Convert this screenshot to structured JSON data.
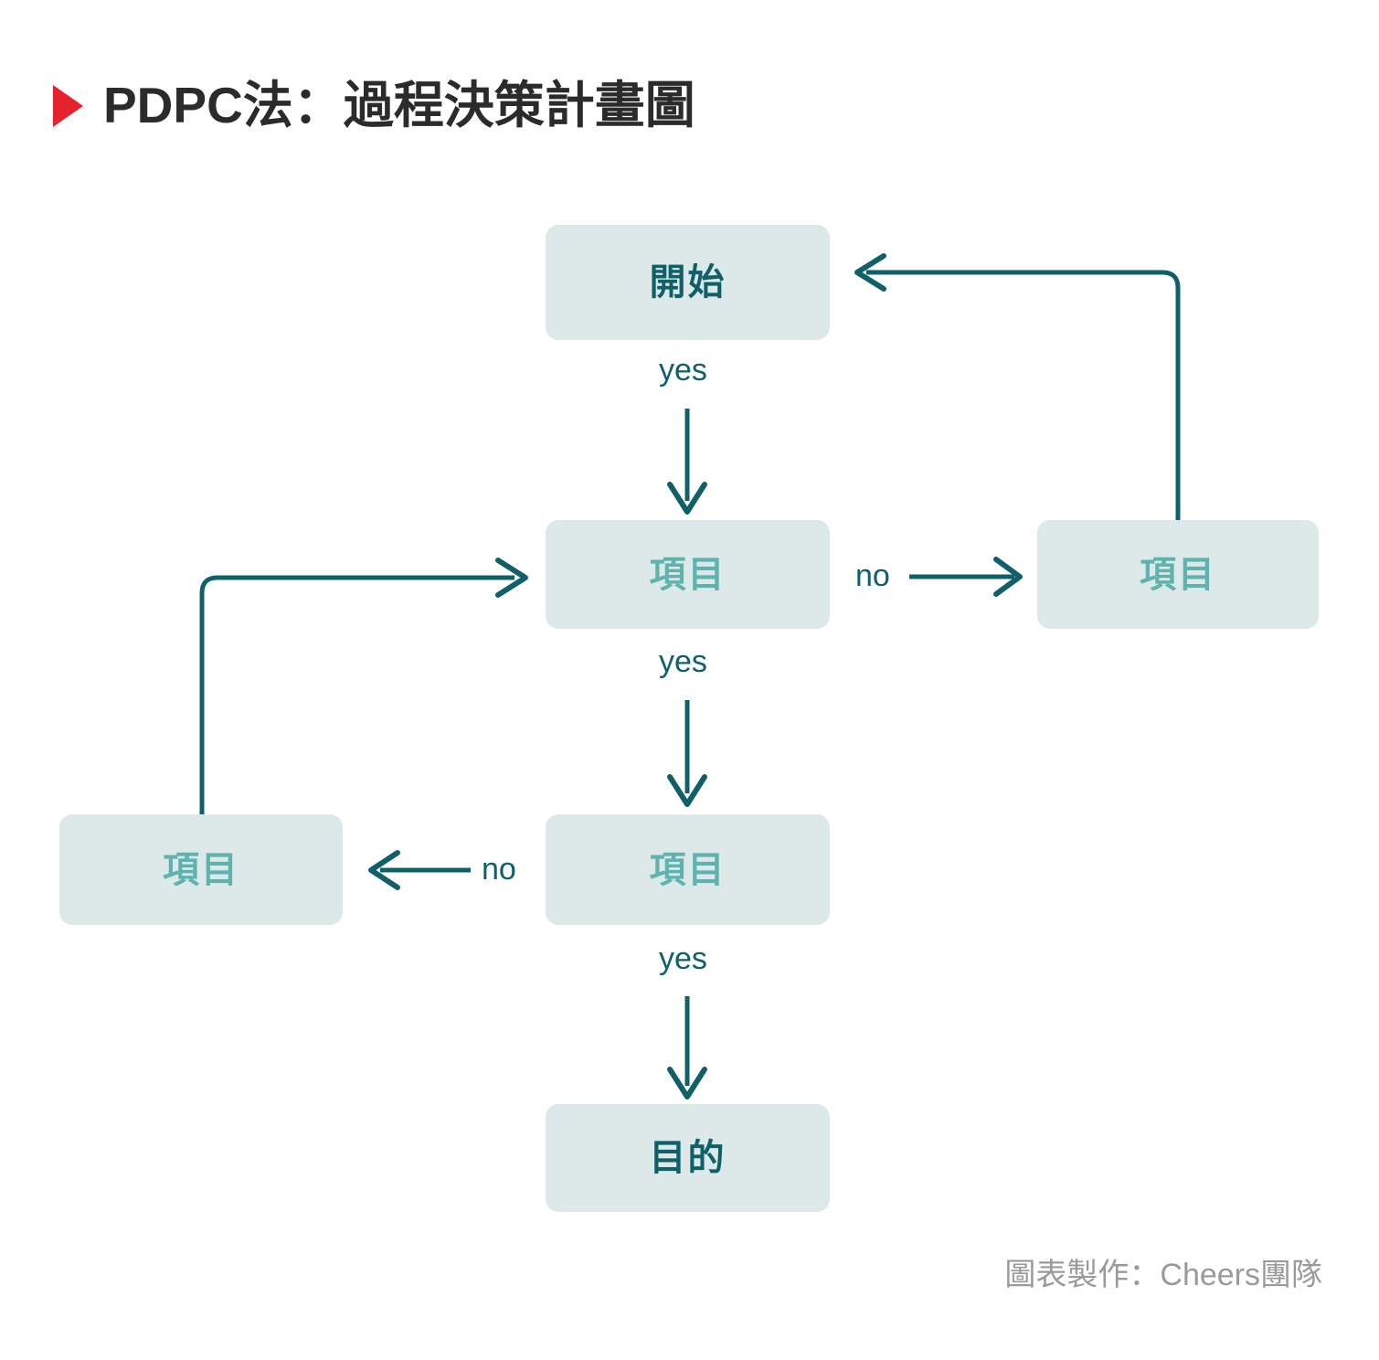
{
  "title": {
    "text": "PDPC法：過程決策計畫圖",
    "bullet_icon": "triangle-right-icon",
    "bullet_color": "#E4232E",
    "color": "#2B2B2B"
  },
  "theme": {
    "box_fill": "#DCE9E8",
    "terminal_text": "#10606A",
    "step_text": "#5FB3AE",
    "connector": "#10606A",
    "credit_text": "#9A9A9A",
    "background": "#FFFFFF"
  },
  "nodes": [
    {
      "id": "start",
      "label": "開始",
      "type": "terminal"
    },
    {
      "id": "mid",
      "label": "項目",
      "type": "step"
    },
    {
      "id": "right",
      "label": "項目",
      "type": "step"
    },
    {
      "id": "low",
      "label": "項目",
      "type": "step"
    },
    {
      "id": "left",
      "label": "項目",
      "type": "step"
    },
    {
      "id": "goal",
      "label": "目的",
      "type": "terminal"
    }
  ],
  "edges": [
    {
      "id": "start-to-mid",
      "from": "start",
      "to": "mid",
      "label": "yes",
      "direction": "down"
    },
    {
      "id": "mid-to-right",
      "from": "mid",
      "to": "right",
      "label": "no",
      "direction": "right"
    },
    {
      "id": "right-to-start",
      "from": "right",
      "to": "start",
      "label": "",
      "direction": "loop-up-left"
    },
    {
      "id": "mid-to-low",
      "from": "mid",
      "to": "low",
      "label": "yes",
      "direction": "down"
    },
    {
      "id": "low-to-left",
      "from": "low",
      "to": "left",
      "label": "no",
      "direction": "left"
    },
    {
      "id": "left-to-mid",
      "from": "left",
      "to": "mid",
      "label": "",
      "direction": "loop-up-right"
    },
    {
      "id": "low-to-goal",
      "from": "low",
      "to": "goal",
      "label": "yes",
      "direction": "down"
    }
  ],
  "credit": "圖表製作：Cheers團隊"
}
